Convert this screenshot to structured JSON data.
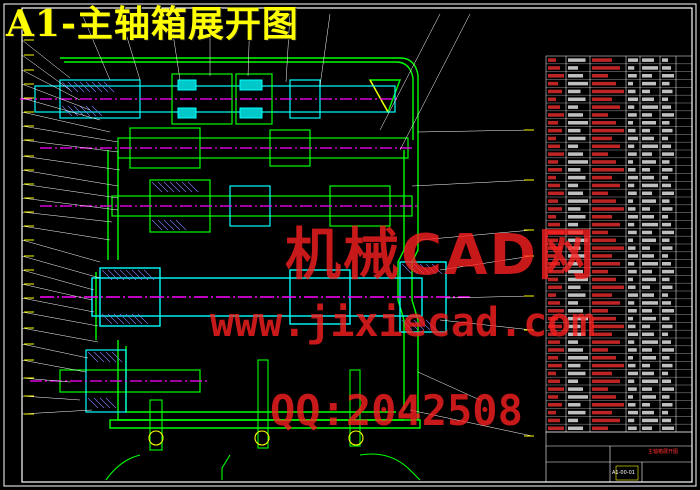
{
  "title": "A1-主轴箱展开图",
  "watermark": {
    "line1": "机械CAD网",
    "line2": "www.jixiecad.com",
    "line3": "QQ:2042508"
  },
  "colors": {
    "background": "#000000",
    "title": "#ffff00",
    "watermark": "#ff2020",
    "frame": "#ffffff",
    "outline": "#00ff00",
    "section": "#00ffff",
    "centerline": "#ff00ff",
    "hatch": "#8080ff",
    "leader": "#ffffff"
  },
  "drawing": {
    "bom_rows": 48,
    "title_block_name": "主轴箱展开图",
    "title_block_code": "A1-00-01"
  }
}
